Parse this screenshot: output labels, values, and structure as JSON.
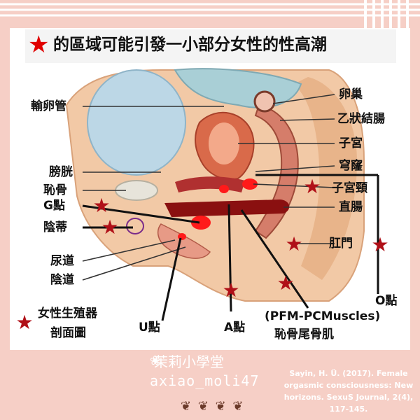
{
  "title": "的區域可能引發一小部分女性的性高潮",
  "labels": {
    "fallopian_tube": "輸卵管",
    "ovary": "卵巢",
    "sigmoid_colon": "乙狀結腸",
    "uterus": "子宮",
    "fornix": "穹窿",
    "bladder": "膀胱",
    "pubic_bone": "恥骨",
    "cervix": "子宮頸",
    "g_spot": "G點",
    "rectum": "直腸",
    "clitoris": "陰蒂",
    "anus": "肛門",
    "urethra": "尿道",
    "vagina": "陰道",
    "o_spot": "O點",
    "caption_line1": "女性生殖器",
    "caption_line2": "剖面圖",
    "u_spot": "U點",
    "a_spot": "A點",
    "pfm": "(PFM-PCMuscles)",
    "pc_muscle": "恥骨尾骨肌"
  },
  "footer": {
    "brand": "茉莉小學堂",
    "handle": "axiao_moli47",
    "citation": "Sayin, H. Ü. (2017). Female orgasmic consciousness: New horizons. SexuS Journal, 2(4), 117-145."
  },
  "colors": {
    "background": "#f6cfc6",
    "star": "#b01018",
    "title_star": "#e00000",
    "spot_highlight": "#ff1a1a",
    "muscle": "#8a1010"
  }
}
